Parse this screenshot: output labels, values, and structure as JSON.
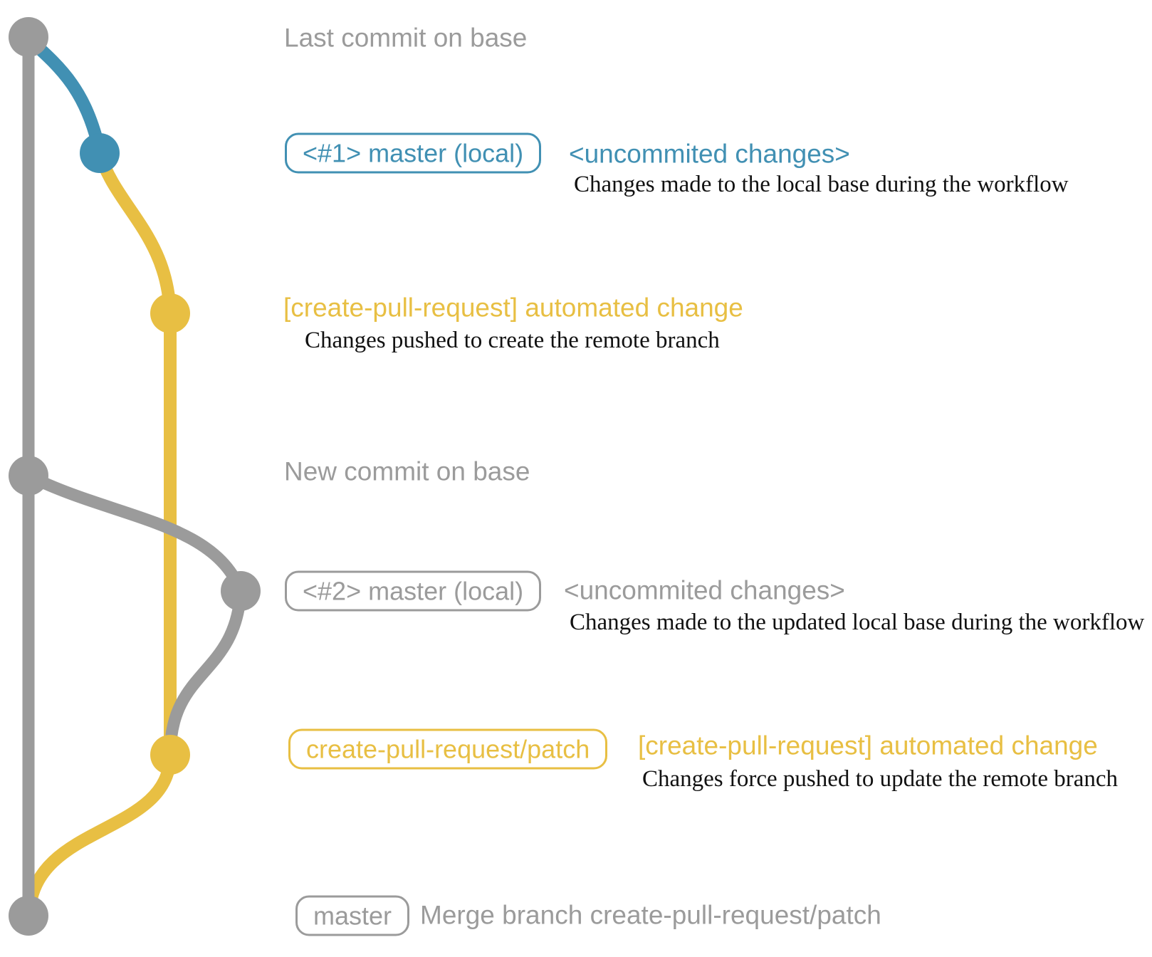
{
  "colors": {
    "gray": "#9b9b9b",
    "blue": "#4190b3",
    "yellow": "#e8bf43",
    "desc_text": "#111111",
    "background": "#ffffff"
  },
  "rows": [
    {
      "title": "Last commit on base",
      "color": "gray"
    },
    {
      "badge": "<#1> master (local)",
      "note": "<uncommited changes>",
      "desc": "Changes made to the local base during the workflow",
      "color": "blue"
    },
    {
      "note": "[create-pull-request] automated change",
      "desc": "Changes pushed to create the remote branch",
      "color": "yellow"
    },
    {
      "title": "New commit on base",
      "color": "gray"
    },
    {
      "badge": "<#2> master (local)",
      "note": "<uncommited changes>",
      "desc": "Changes made to the updated local base during the workflow",
      "color": "gray"
    },
    {
      "badge": "create-pull-request/patch",
      "note": "[create-pull-request] automated change",
      "desc": "Changes force pushed to update the remote branch",
      "color": "yellow"
    },
    {
      "badge": "master",
      "note": "Merge branch create-pull-request/patch",
      "color": "gray"
    }
  ],
  "graph": {
    "type": "git-commit-graph",
    "branches": [
      {
        "label": "base",
        "color": "gray"
      },
      {
        "label": "master (local)",
        "color": "blue"
      },
      {
        "label": "create-pull-request/patch",
        "color": "yellow"
      }
    ],
    "commits": [
      {
        "id": "last-commit-on-base",
        "branch": "base",
        "color": "gray"
      },
      {
        "id": "uncommited-changes-1",
        "branch": "master (local)",
        "color": "blue"
      },
      {
        "id": "automated-change-1",
        "branch": "create-pull-request/patch",
        "color": "yellow"
      },
      {
        "id": "new-commit-on-base",
        "branch": "base",
        "color": "gray"
      },
      {
        "id": "uncommited-changes-2",
        "branch": "master (local)",
        "color": "gray"
      },
      {
        "id": "automated-change-2-force-push",
        "branch": "create-pull-request/patch",
        "color": "yellow"
      },
      {
        "id": "merge-patch-into-master",
        "branch": "base",
        "color": "gray"
      }
    ]
  }
}
